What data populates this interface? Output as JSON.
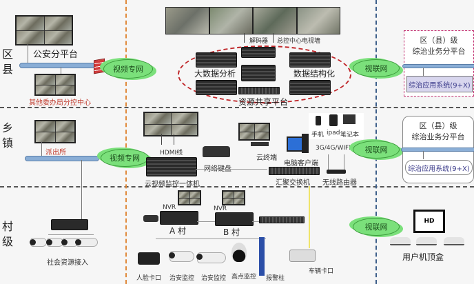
{
  "tiers": {
    "county": "区县",
    "town": "乡镇",
    "village": "村级"
  },
  "county": {
    "police_platform": "公安分平台",
    "other_centers": "其他委办局分控中心",
    "video_net": "视频专网",
    "decoder": "解码器",
    "tv_wall": "总控中心电视墙",
    "big_data": "大数据分析",
    "data_struct": "数据结构化",
    "resource_platform": "资源共享平台",
    "link_net": "视联网",
    "district_platform_line1": "区（县）级",
    "district_platform_line2": "综治业务分平台",
    "app_system": "综治应用系统(9+X)"
  },
  "town": {
    "police_station": "派出所",
    "video_net": "视频专网",
    "hdmi": "HDMI线",
    "cloud_unit": "云视频监控一体机",
    "network_keyboard": "网络键盘",
    "cloud_terminal": "云终端",
    "pc_client": "电脑客户端",
    "agg_switch": "汇聚交换机",
    "phone": "手机",
    "ipad": "ipad",
    "laptop": "笔记本",
    "wireless": "3G/4G/WIFI",
    "router": "无线路由器",
    "link_net": "视联网",
    "district_platform_line1": "区（县）级",
    "district_platform_line2": "综治业务分平台",
    "app_system": "综治应用系统(9+X)"
  },
  "village": {
    "social_resources": "社会资源接入",
    "nvr_a": "NVR",
    "nvr_b": "NVR",
    "village_a": "A 村",
    "village_b": "B 村",
    "face_checkpoint": "人脸卡口",
    "security_monitor_1": "治安监控",
    "security_monitor_2": "治安监控",
    "high_point_monitor": "高点监控",
    "alarm_post": "报警柱",
    "vehicle_checkpoint": "车辆卡口",
    "link_net": "视联网",
    "set_top_box": "用户机顶盒",
    "hd_label": "HD"
  }
}
